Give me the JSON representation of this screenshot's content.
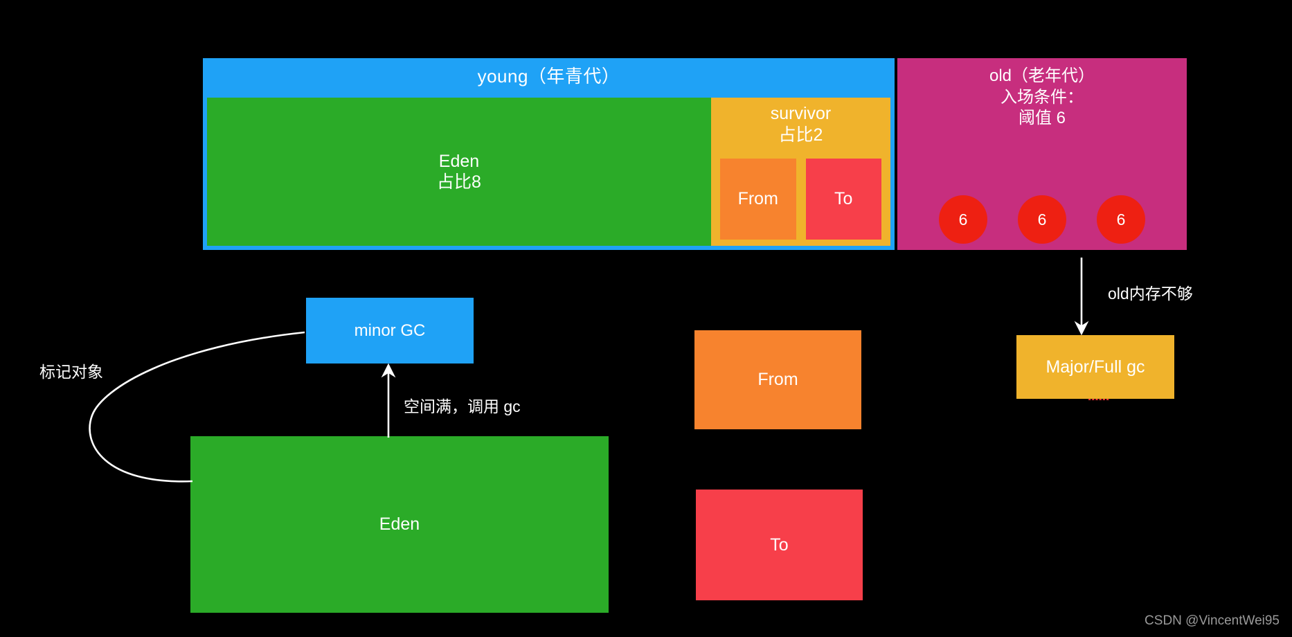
{
  "heap": {
    "young": {
      "title": "young（年青代）",
      "color": "#1FA2F6",
      "eden": {
        "name": "Eden",
        "ratio": "占比8",
        "color": "#2BAB28"
      },
      "survivor": {
        "name": "survivor",
        "ratio": "占比2",
        "color": "#F0B32C",
        "from_label": "From",
        "from_color": "#F7832E",
        "to_label": "To",
        "to_color": "#F73F4A"
      }
    },
    "old": {
      "title_line1": "old（老年代）",
      "title_line2": "入场条件：",
      "title_line3": "阈值 6",
      "color": "#C72E7E",
      "circle_color": "#EE2012",
      "objects": [
        "6",
        "6",
        "6"
      ]
    }
  },
  "flow": {
    "minor_gc": {
      "label": "minor GC",
      "color": "#1FA2F6"
    },
    "eden_bottom": {
      "label": "Eden",
      "color": "#2BAB28"
    },
    "from_bottom": {
      "label": "From",
      "color": "#F7832E"
    },
    "to_bottom": {
      "label": "To",
      "color": "#F73F4A"
    },
    "major_gc": {
      "label": "Major/Full gc",
      "color": "#F0B32C"
    },
    "labels": {
      "mark_object": "标记对象",
      "space_full": "空间满，调用 gc",
      "old_mem_low": "old内存不够"
    }
  },
  "watermark": "CSDN @VincentWei95"
}
